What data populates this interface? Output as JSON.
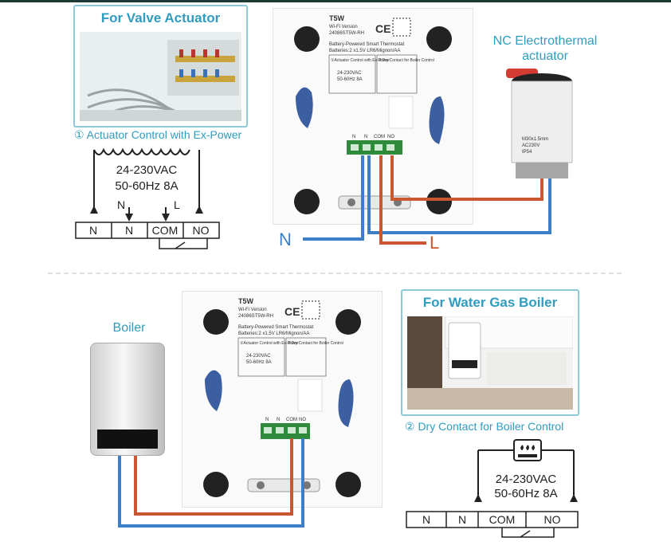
{
  "panel_valve": {
    "title": "For Valve Actuator"
  },
  "panel_boiler": {
    "title": "For Water Gas Boiler"
  },
  "caption_actuator": "① Actuator Control with Ex-Power",
  "caption_dry": "② Dry Contact for Boiler Control",
  "actuator_label": {
    "line1": "NC Electrothermal",
    "line2": "actuator"
  },
  "actuator_marks": {
    "l1": "M30x1.5mm",
    "l2": "AC230V",
    "l3": "IP54"
  },
  "boiler_label": "Boiler",
  "wire_n": "N",
  "wire_l": "L",
  "spec": {
    "voltage": "24-230VAC",
    "freq": "50-60Hz 8A"
  },
  "terminals": [
    "N",
    "N",
    "COM",
    "NO"
  ],
  "small_marks": {
    "n": "N",
    "l": "L"
  },
  "device": {
    "model": "T5W",
    "version": "Wi-Fi Version",
    "code": "24086ST5W-RH",
    "ce": "CE",
    "desc": "Battery-Powered Smart Thermostat",
    "batt": "Batteries:2 x1.5V LR6/Mignon/AA",
    "box1": "①Actuator Control with Ex-Power",
    "box2": "②Dry Contact for Boiler Control",
    "spec1": "24-230VAC",
    "spec2": "50-60Hz 8A"
  }
}
